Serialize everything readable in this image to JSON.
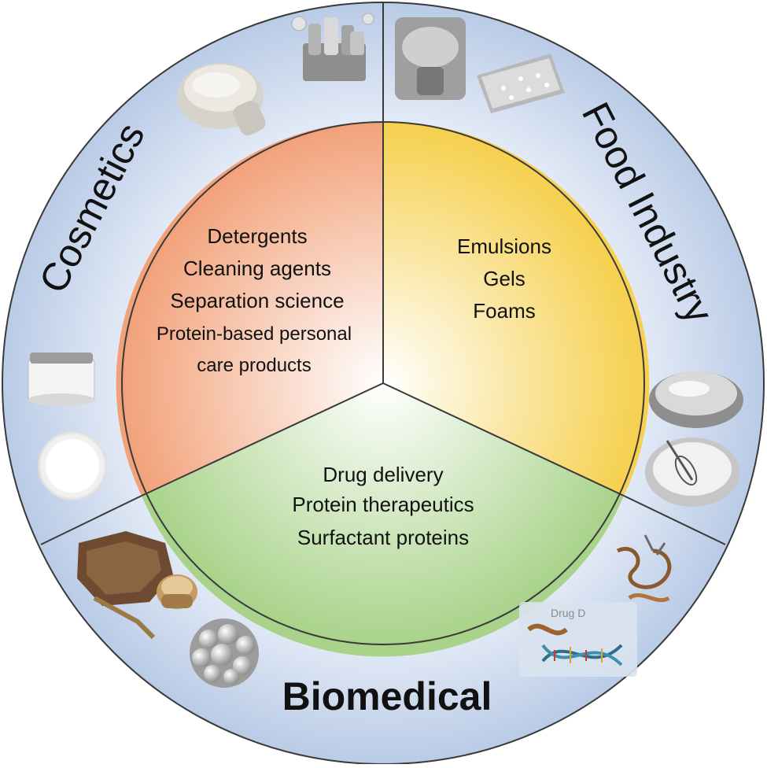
{
  "outer_labels": {
    "cosmetics": "Cosmetics",
    "food": "Food Industry",
    "biomedical": "Biomedical"
  },
  "inner": {
    "cosmetics_lines": [
      "Detergents",
      "Cleaning agents",
      "Separation science",
      "Protein-based personal",
      "care products"
    ],
    "food_lines": [
      "Emulsions",
      "Gels",
      "Foams"
    ],
    "biomedical_lines": [
      "Drug delivery",
      "Protein therapeutics",
      "Surfactant proteins"
    ]
  },
  "pictures": {
    "cosmetics": [
      "powder-scoop",
      "cleaning-bottles",
      "cream-jar",
      "cream-dish"
    ],
    "food": [
      "mixer",
      "foam-dish",
      "gel-bowl",
      "whisk-bowl"
    ],
    "biomedical": [
      "protein-chunk",
      "capsule",
      "sphere-cluster",
      "protein-structure",
      "drug-delivery-dna"
    ]
  },
  "photo_text": {
    "drug_delivery": "Drug D"
  },
  "colors": {
    "outer_ring": "#c7d5ea",
    "outline": "#404040",
    "cosmetics_inner": "#f2a882",
    "food_inner": "#f7d55e",
    "biomedical_inner": "#b5d99a"
  }
}
